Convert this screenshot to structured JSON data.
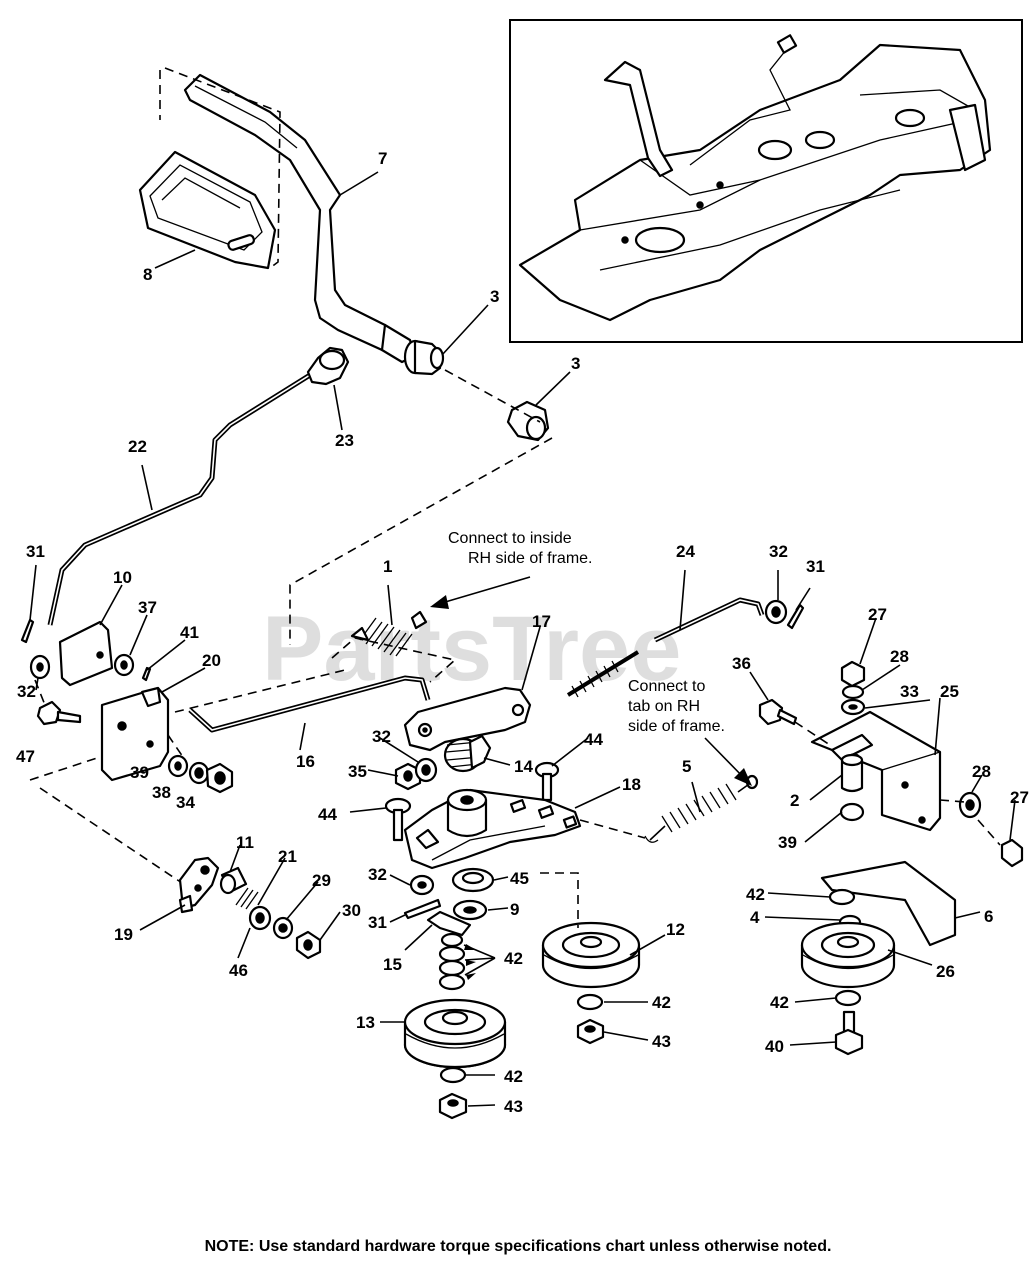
{
  "watermark": "PartsTree",
  "notes": {
    "inside_line1": "Connect to inside",
    "inside_line2": "RH side of frame.",
    "tab_line1": "Connect to",
    "tab_line2": "tab on RH",
    "tab_line3": "side of frame.",
    "footer": "NOTE: Use standard hardware torque specifications chart unless otherwise noted."
  },
  "callouts": {
    "c7": "7",
    "c8": "8",
    "c3a": "3",
    "c3b": "3",
    "c22": "22",
    "c23": "23",
    "c31a": "31",
    "c10": "10",
    "c37": "37",
    "c41": "41",
    "c32a": "32",
    "c20": "20",
    "c47": "47",
    "c39a": "39",
    "c38": "38",
    "c34": "34",
    "c1": "1",
    "c16": "16",
    "c17": "17",
    "c24": "24",
    "c32b": "32",
    "c31b": "31",
    "c27a": "27",
    "c28a": "28",
    "c33": "33",
    "c25": "25",
    "c36": "36",
    "c32c": "32",
    "c35": "35",
    "c14": "14",
    "c44a": "44",
    "c44b": "44",
    "c18": "18",
    "c5": "5",
    "c2": "2",
    "c28b": "28",
    "c27b": "27",
    "c39b": "39",
    "c6": "6",
    "c42a": "42",
    "c4": "4",
    "c26": "26",
    "c42b": "42",
    "c40": "40",
    "c11": "11",
    "c21": "21",
    "c29": "29",
    "c30": "30",
    "c19": "19",
    "c46": "46",
    "c32d": "32",
    "c45": "45",
    "c9": "9",
    "c31c": "31",
    "c15": "15",
    "c42c": "42",
    "c12": "12",
    "c42d": "42",
    "c43a": "43",
    "c13": "13",
    "c42e": "42",
    "c43b": "43"
  }
}
